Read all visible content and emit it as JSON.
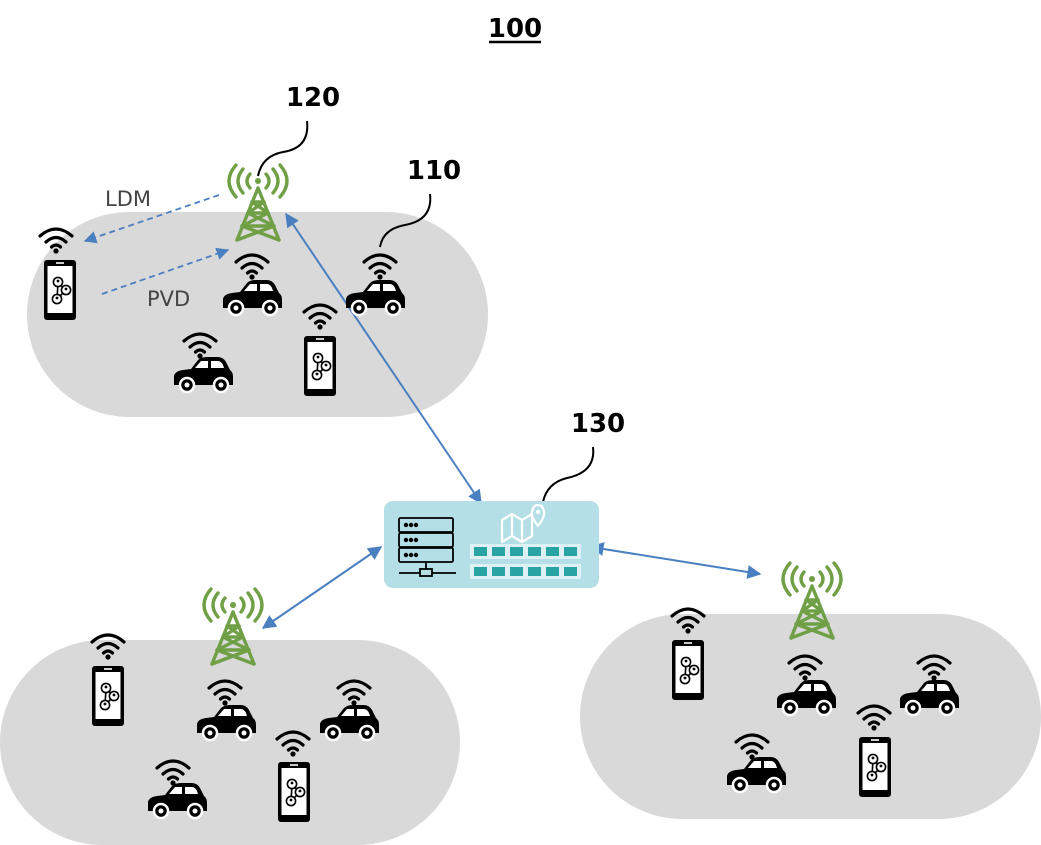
{
  "figure": {
    "label": "100"
  },
  "labels": {
    "base_station": "120",
    "vehicle_terminal": "110",
    "server": "130",
    "downlink": "LDM",
    "uplink": "PVD"
  },
  "colors": {
    "cell_area": "#d9d9d9",
    "tower": "#70a046",
    "arrow": "#4a7fc0",
    "server_box": "#b4dfe6",
    "server_block": "#2aa3a4",
    "leader_line": "#000000"
  },
  "icons": {
    "tower": "cell-tower-icon",
    "car": "car-icon",
    "phone": "smartphone-icon",
    "wifi": "wifi-icon",
    "server": "server-rack-icon",
    "map": "map-pin-icon"
  }
}
